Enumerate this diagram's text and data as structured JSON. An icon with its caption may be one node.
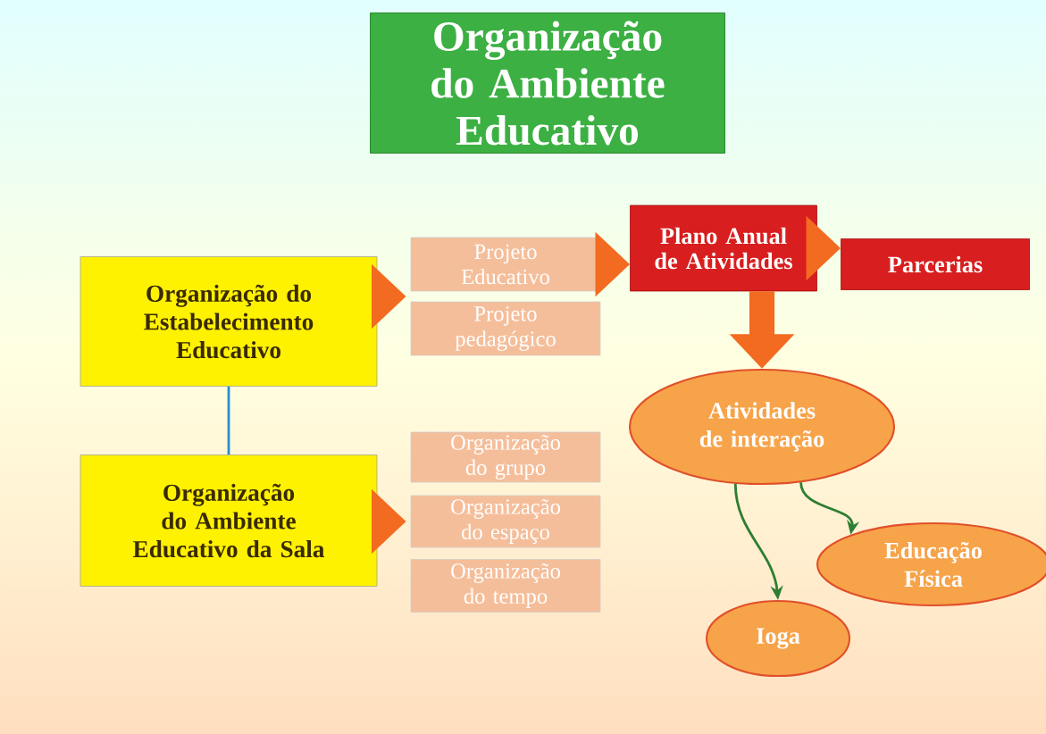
{
  "diagram": {
    "title": "Organização do Ambiente Educativo",
    "nodes": [
      {
        "text": [
          "Organização do Estabelecimento Educativo"
        ]
      },
      {
        "text": [
          "Organização do Ambiente Educativo da Sala"
        ]
      },
      {
        "text": [
          "Projeto Educativo"
        ]
      },
      {
        "text": [
          "Projeto pedagógico"
        ]
      },
      {
        "text": [
          "Plano Anual de Atividades"
        ]
      },
      {
        "text": [
          "Parcerias"
        ]
      },
      {
        "text": [
          "Atividades de interação"
        ]
      },
      {
        "text": [
          "Organização do grupo"
        ]
      },
      {
        "text": [
          "Organização do espaço"
        ]
      },
      {
        "text": [
          "Organização do tempo"
        ]
      },
      {
        "text": [
          "Educação Física"
        ]
      },
      {
        "text": [
          "Ioga"
        ]
      }
    ],
    "edges": [
      {
        "from": 0,
        "to": 1,
        "arrow": "none",
        "color": "#2a8fd0"
      },
      {
        "from": 0,
        "to": 2,
        "arrow": "to",
        "style": "thick",
        "color": "#f26b21"
      },
      {
        "from": 0,
        "to": 3,
        "arrow": "to",
        "style": "thick",
        "color": "#f26b21"
      },
      {
        "from": 1,
        "to": 7,
        "arrow": "to",
        "style": "thick",
        "color": "#f26b21"
      },
      {
        "from": 1,
        "to": 8,
        "arrow": "to",
        "style": "thick",
        "color": "#f26b21"
      },
      {
        "from": 1,
        "to": 9,
        "arrow": "to",
        "style": "thick",
        "color": "#f26b21"
      },
      {
        "from": 2,
        "to": 4,
        "arrow": "to",
        "style": "thick",
        "color": "#f26b21"
      },
      {
        "from": 4,
        "to": 5,
        "arrow": "to",
        "style": "thick",
        "color": "#f26b21"
      },
      {
        "from": 4,
        "to": 6,
        "arrow": "to",
        "style": "thick",
        "color": "#f26b21"
      },
      {
        "from": 6,
        "to": 11,
        "arrow": "to",
        "color": "#2e7d32"
      },
      {
        "from": 6,
        "to": 10,
        "arrow": "to",
        "color": "#2e7d32"
      }
    ]
  }
}
